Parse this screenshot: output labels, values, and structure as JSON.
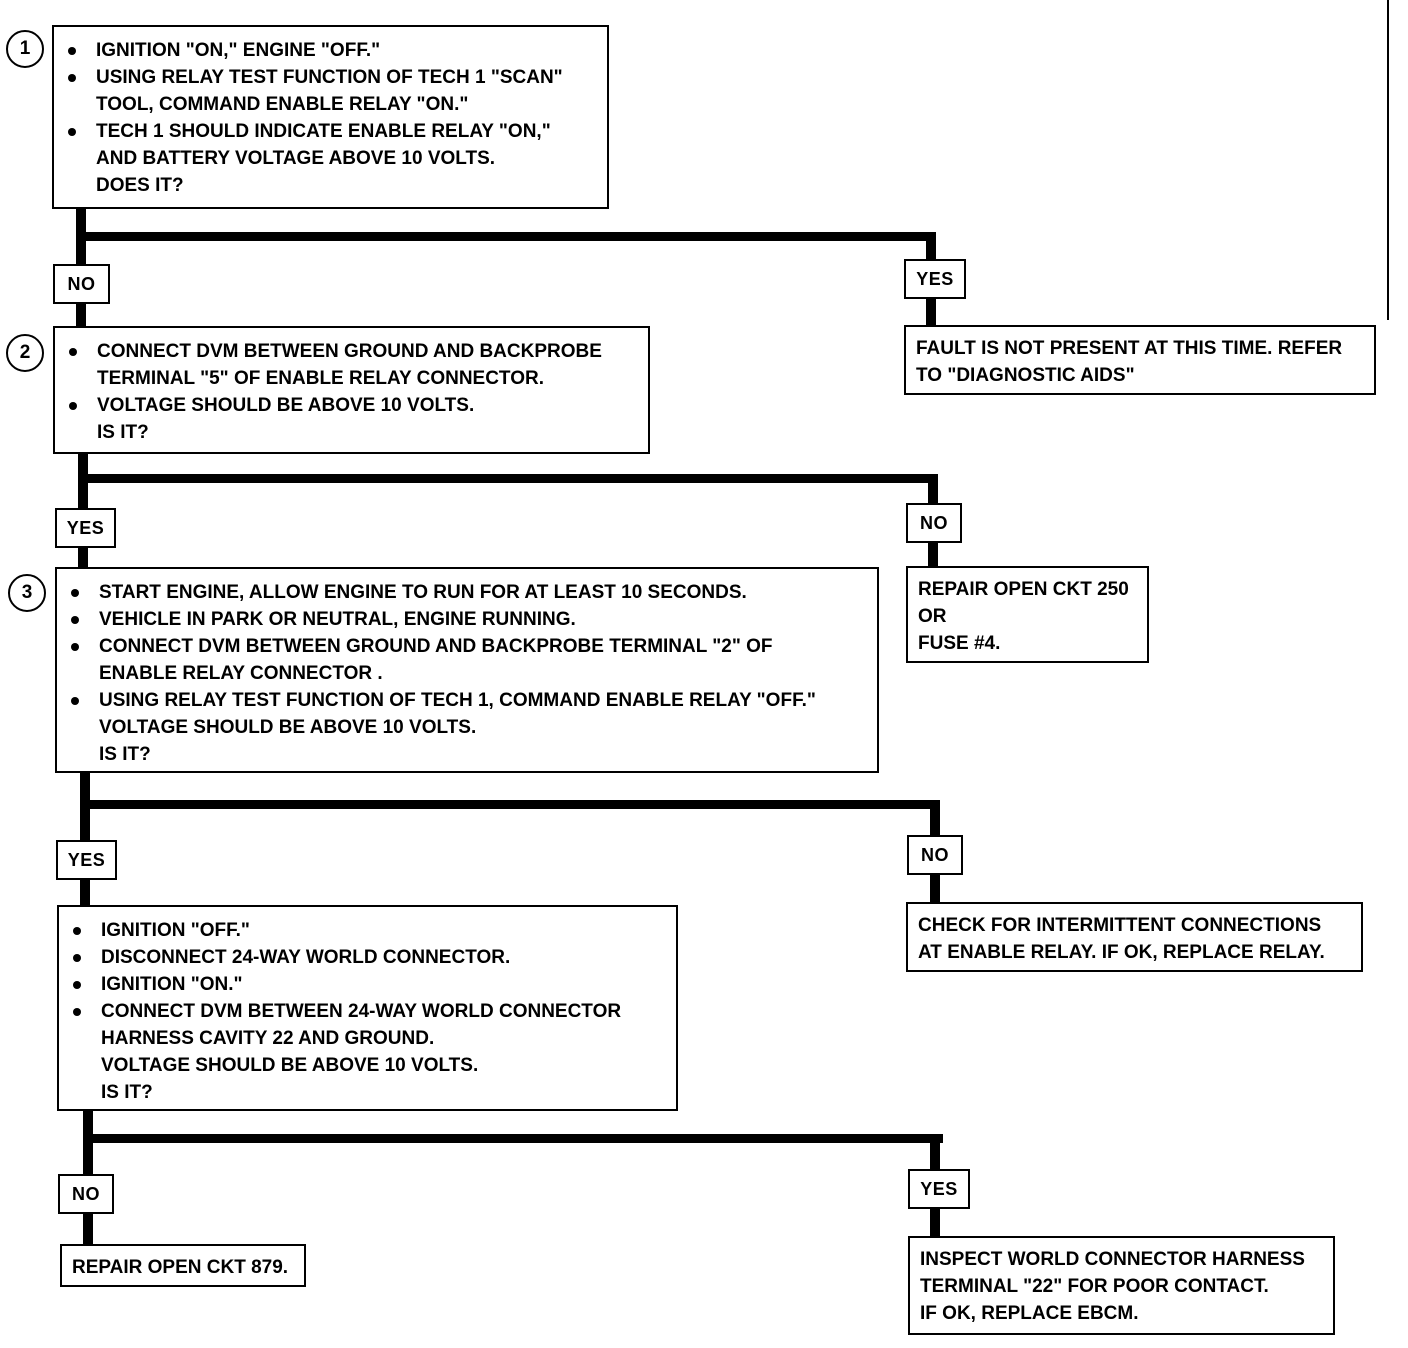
{
  "steps": [
    {
      "number": "1",
      "bullets": [
        "IGNITION \"ON,\" ENGINE \"OFF.\"",
        "USING RELAY TEST FUNCTION OF TECH 1 \"SCAN\"\nTOOL, COMMAND ENABLE RELAY \"ON.\"",
        "TECH 1 SHOULD INDICATE ENABLE RELAY \"ON,\"\nAND BATTERY VOLTAGE ABOVE 10 VOLTS."
      ],
      "question": "DOES IT?",
      "branch_left": "NO",
      "branch_right": "YES",
      "result_right": "FAULT IS NOT PRESENT AT THIS TIME.  REFER\nTO \"DIAGNOSTIC AIDS\""
    },
    {
      "number": "2",
      "bullets": [
        "CONNECT DVM BETWEEN GROUND AND BACKPROBE\nTERMINAL \"5\" OF ENABLE RELAY CONNECTOR.",
        "VOLTAGE SHOULD BE ABOVE 10 VOLTS."
      ],
      "question": "IS IT?",
      "branch_left": "YES",
      "branch_right": "NO",
      "result_right": "REPAIR OPEN CKT 250\nOR\nFUSE #4."
    },
    {
      "number": "3",
      "bullets": [
        "START ENGINE, ALLOW ENGINE TO RUN FOR AT LEAST 10 SECONDS.",
        "VEHICLE IN PARK OR NEUTRAL, ENGINE RUNNING.",
        "CONNECT DVM BETWEEN GROUND AND BACKPROBE TERMINAL \"2\" OF\nENABLE RELAY CONNECTOR .",
        "USING RELAY TEST FUNCTION OF TECH 1, COMMAND ENABLE RELAY \"OFF.\"\nVOLTAGE SHOULD BE ABOVE 10 VOLTS."
      ],
      "question": "IS IT?",
      "branch_left": "YES",
      "branch_right": "NO",
      "result_right": "CHECK FOR INTERMITTENT CONNECTIONS\nAT ENABLE RELAY.  IF OK, REPLACE RELAY."
    },
    {
      "number": "",
      "bullets": [
        "IGNITION \"OFF.\"",
        "DISCONNECT 24-WAY WORLD CONNECTOR.",
        "IGNITION \"ON.\"",
        "CONNECT DVM BETWEEN 24-WAY WORLD CONNECTOR\nHARNESS CAVITY 22 AND GROUND.\nVOLTAGE SHOULD BE ABOVE 10 VOLTS."
      ],
      "question": "IS IT?",
      "branch_left": "NO",
      "branch_right": "YES",
      "result_left": "REPAIR OPEN CKT 879.",
      "result_right": "INSPECT WORLD CONNECTOR HARNESS\nTERMINAL \"22\" FOR POOR CONTACT.\nIF OK, REPLACE EBCM."
    }
  ]
}
